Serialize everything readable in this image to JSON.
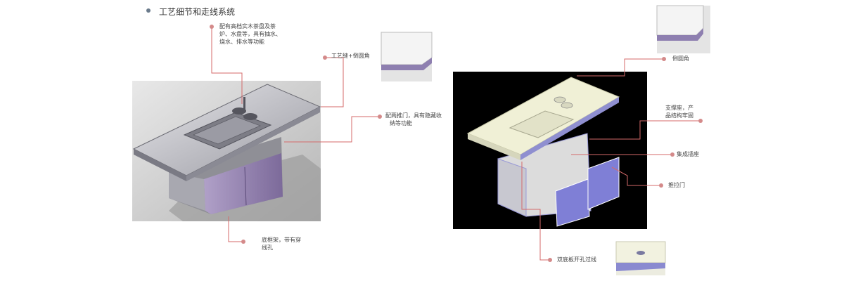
{
  "header": {
    "title": "工艺细节和走线系统"
  },
  "left_callouts": {
    "tea_tray": [
      "配有高档实木茶盘及茶",
      "炉、水盘等，具有抽水、",
      "烧水、排水等功能"
    ],
    "seam_chamfer": "工艺缝+倒圆角",
    "double_door": [
      "配两推门，具有隐藏收",
      "纳等功能"
    ],
    "base_frame": [
      "底框架，带有穿",
      "线孔"
    ]
  },
  "right_callouts": {
    "chamfer": "倒圆角",
    "support": [
      "支撑座，产",
      "品结构牢固"
    ],
    "integrated_base": "集成插座",
    "pull_door": "推拉门",
    "bottom_hole": "双底板开孔过线"
  },
  "colors": {
    "callout_line": "#d46a6a",
    "dot": "#d48a8a",
    "bullet": "#6b7b8c",
    "panel_dark": "#000000",
    "table_light": "#f0f0d6",
    "door_purple": "#7f7fd6",
    "side_purple": "#9c8ab4"
  }
}
